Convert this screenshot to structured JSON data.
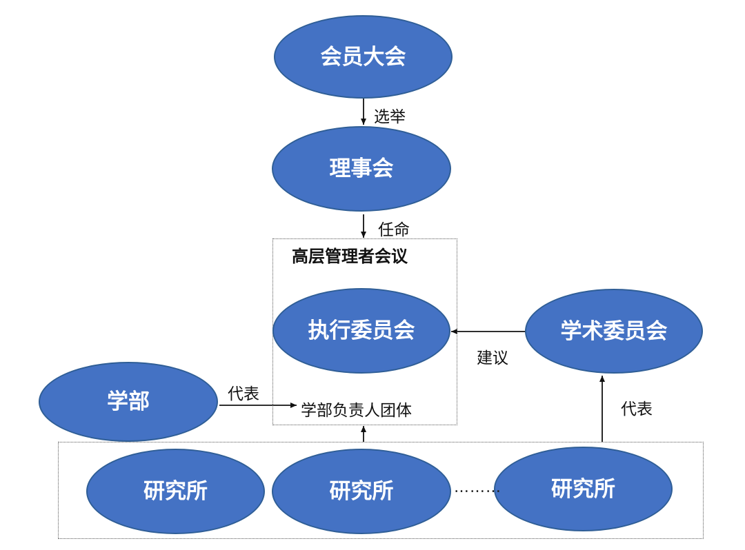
{
  "colors": {
    "node_fill": "#4472c4",
    "node_border": "#2f5e96",
    "line": "#111111",
    "dotted_border": "#555555"
  },
  "nodes": {
    "general_assembly": "会员大会",
    "board": "理事会",
    "executive_committee": "执行委员会",
    "academic_committee": "学术委员会",
    "faculty": "学部",
    "institute_1": "研究所",
    "institute_2": "研究所",
    "institute_3": "研究所"
  },
  "containers": {
    "senior_meeting_title": "高层管理者会议",
    "faculty_heads_group": "学部负责人团体"
  },
  "edges": {
    "elect": "选举",
    "appoint": "任命",
    "advise": "建议",
    "represent_left": "代表",
    "represent_right": "代表"
  },
  "ellipsis": "………"
}
